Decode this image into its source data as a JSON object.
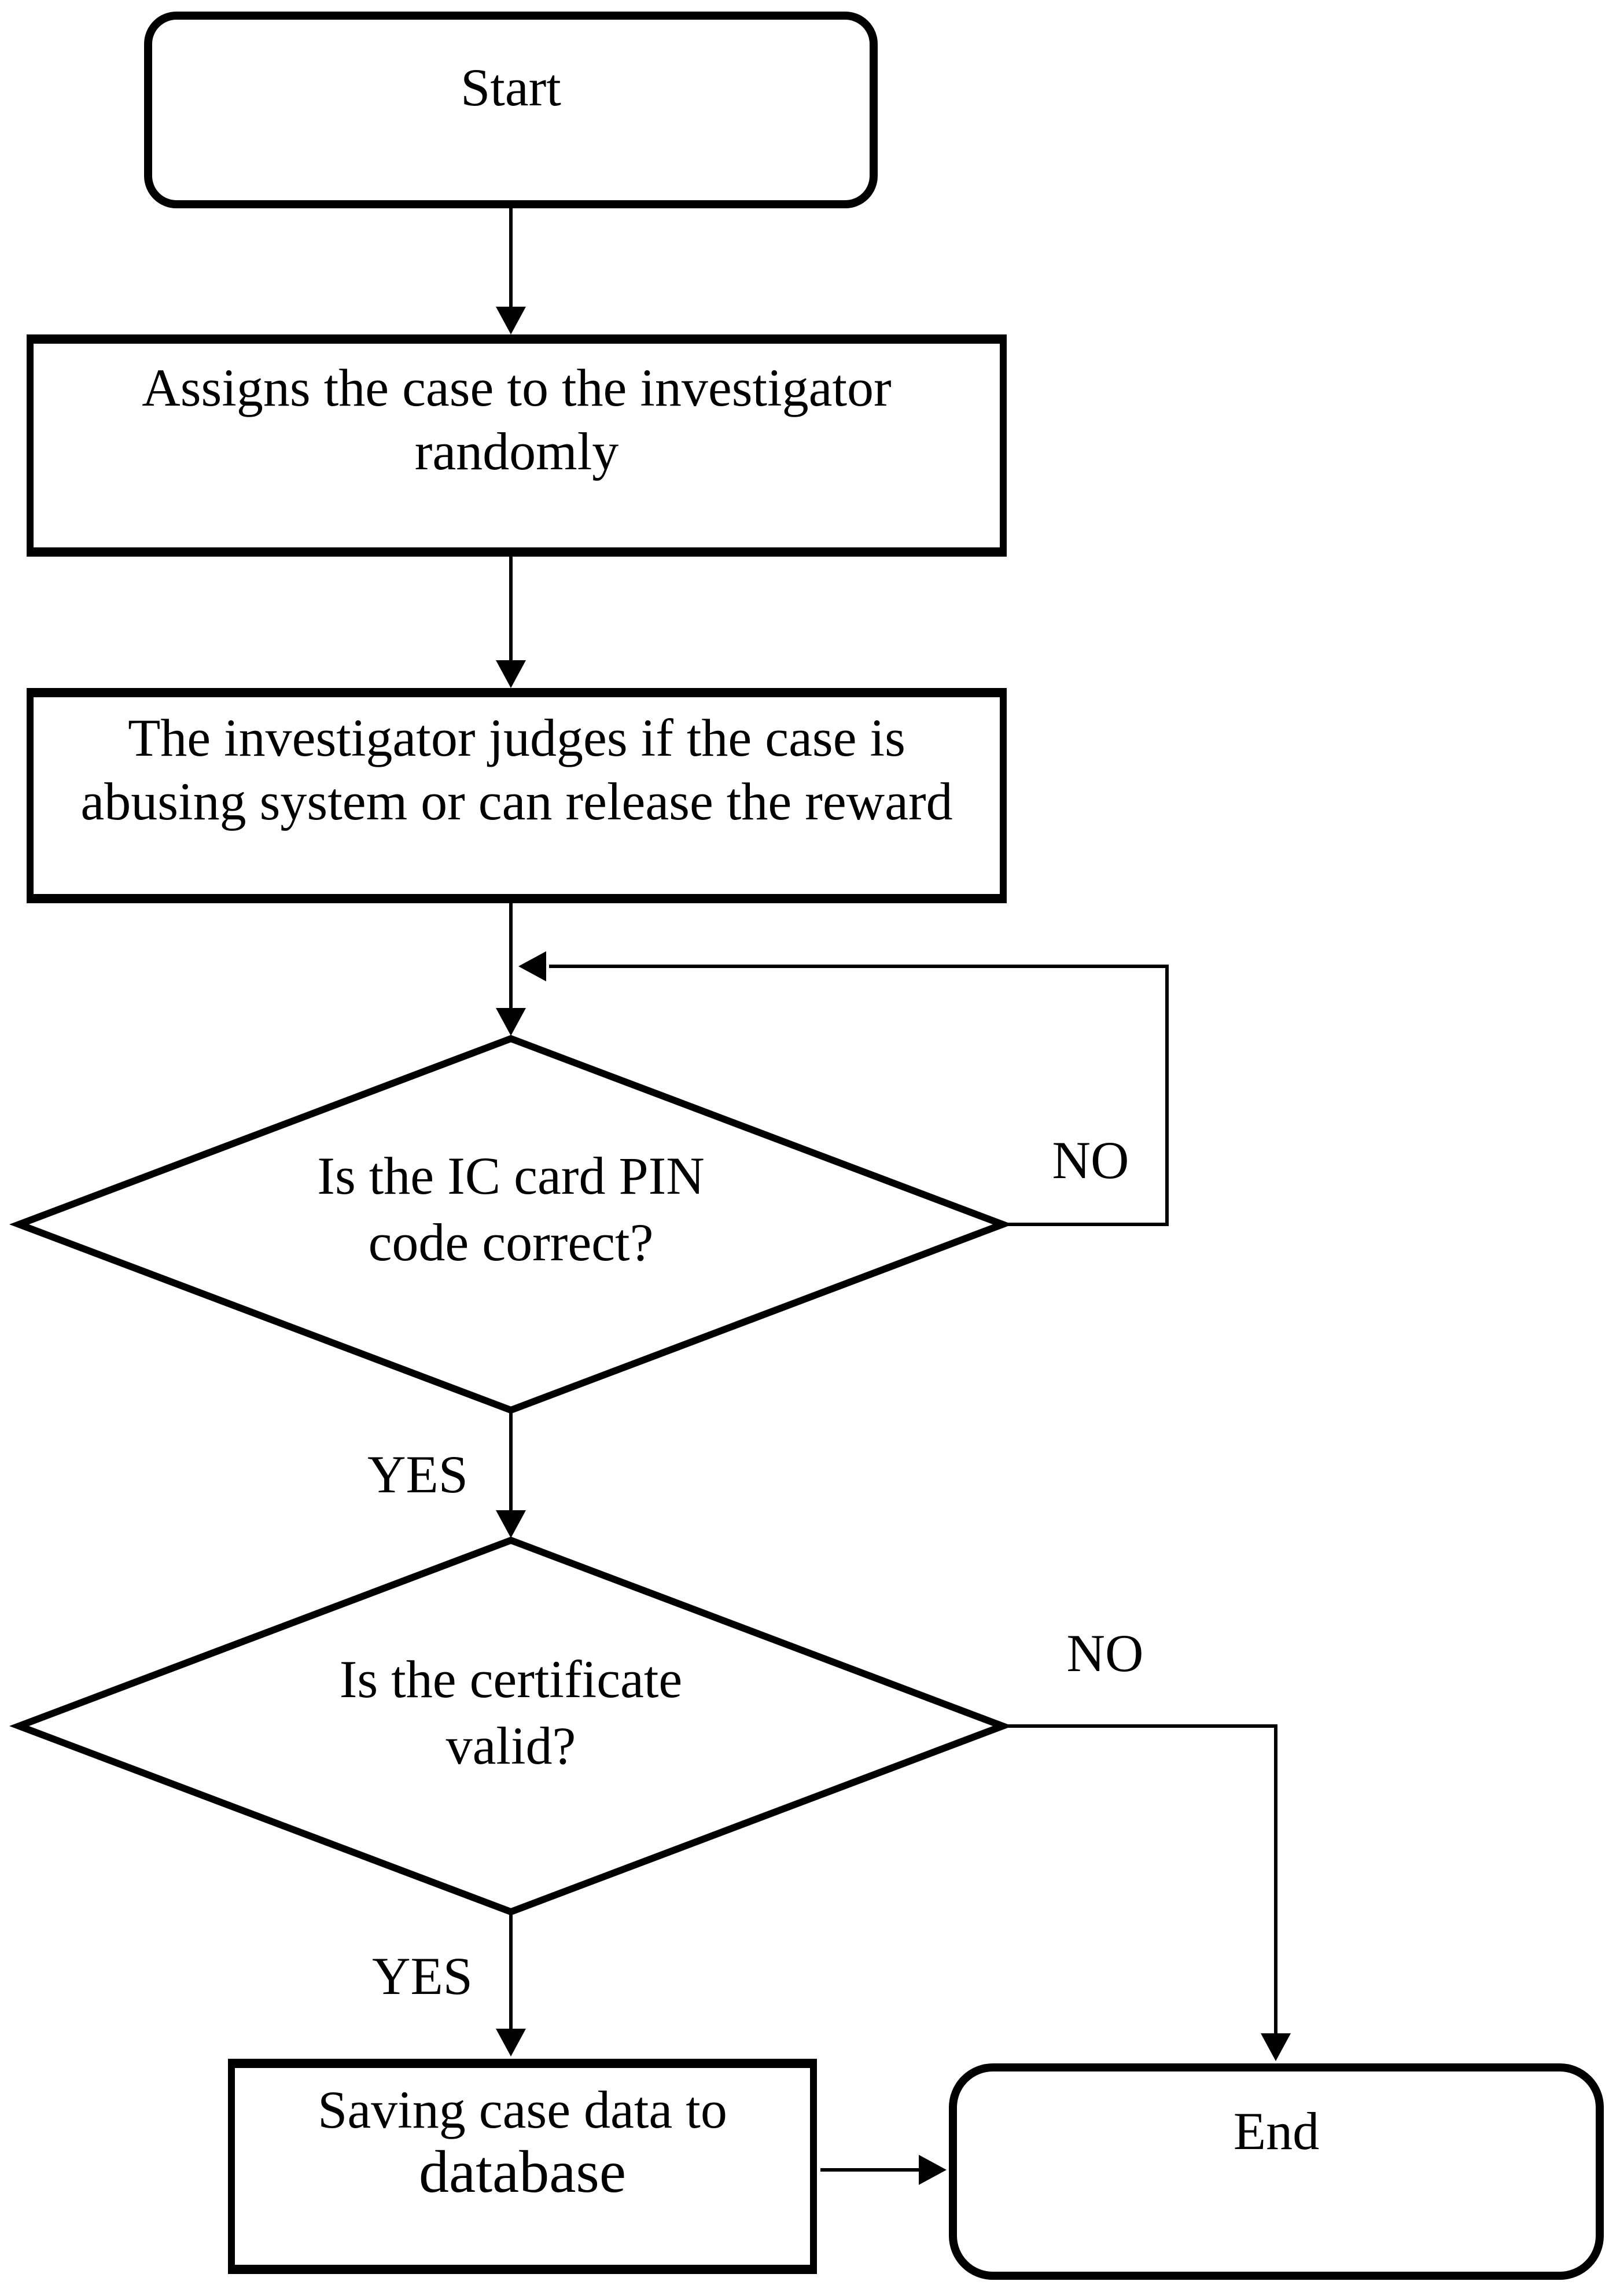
{
  "figure": {
    "background_color": "#ffffff",
    "line_color": "#000000",
    "type": "flowchart"
  },
  "nodes": {
    "start": {
      "type": "terminal",
      "label": "Start"
    },
    "assign": {
      "type": "process",
      "label": "Assigns the case to the investigator\nrandomly"
    },
    "judge": {
      "type": "process",
      "label": "The investigator judges if the case is\nabusing system or can release the reward"
    },
    "pin_check": {
      "type": "decision",
      "label": "Is the IC card PIN\ncode correct?"
    },
    "cert_check": {
      "type": "decision",
      "label": "Is the certificate\nvalid?"
    },
    "save": {
      "type": "process",
      "label_line1": "Saving case data to",
      "label_line2": "database"
    },
    "end": {
      "type": "terminal",
      "label": "End"
    }
  },
  "edge_labels": {
    "pin_no": "NO",
    "pin_yes": "YES",
    "cert_no": "NO",
    "cert_yes": "YES"
  }
}
